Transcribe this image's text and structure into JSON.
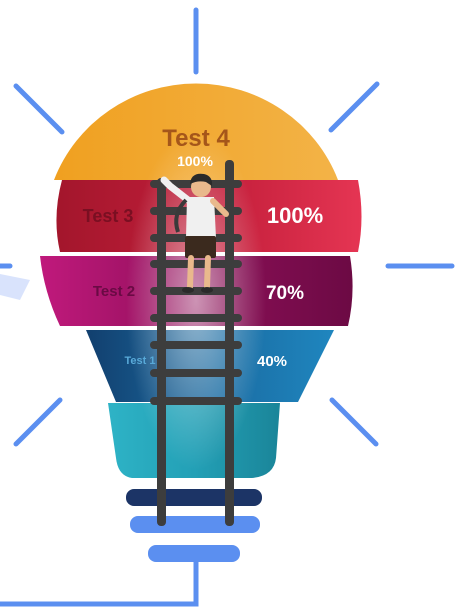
{
  "levels": [
    {
      "label": "Test 4",
      "value": "100%",
      "color": "#f2a12a"
    },
    {
      "label": "Test 3",
      "value": "100%",
      "color": "#d42a4a"
    },
    {
      "label": "Test 2",
      "value": "70%",
      "color": "#a3146e"
    },
    {
      "label": "Test 1",
      "value": "40%",
      "color": "#1e7fb3"
    }
  ],
  "colors": {
    "rays": "#5b8ff0",
    "base_teal": "#2db8c9",
    "base_navy": "#1c3466",
    "base_blue": "#5b8ff0",
    "ladder": "#3d3d3d"
  },
  "icons": [
    "lightbulb-icon",
    "ladder-icon",
    "person-climbing-icon"
  ]
}
